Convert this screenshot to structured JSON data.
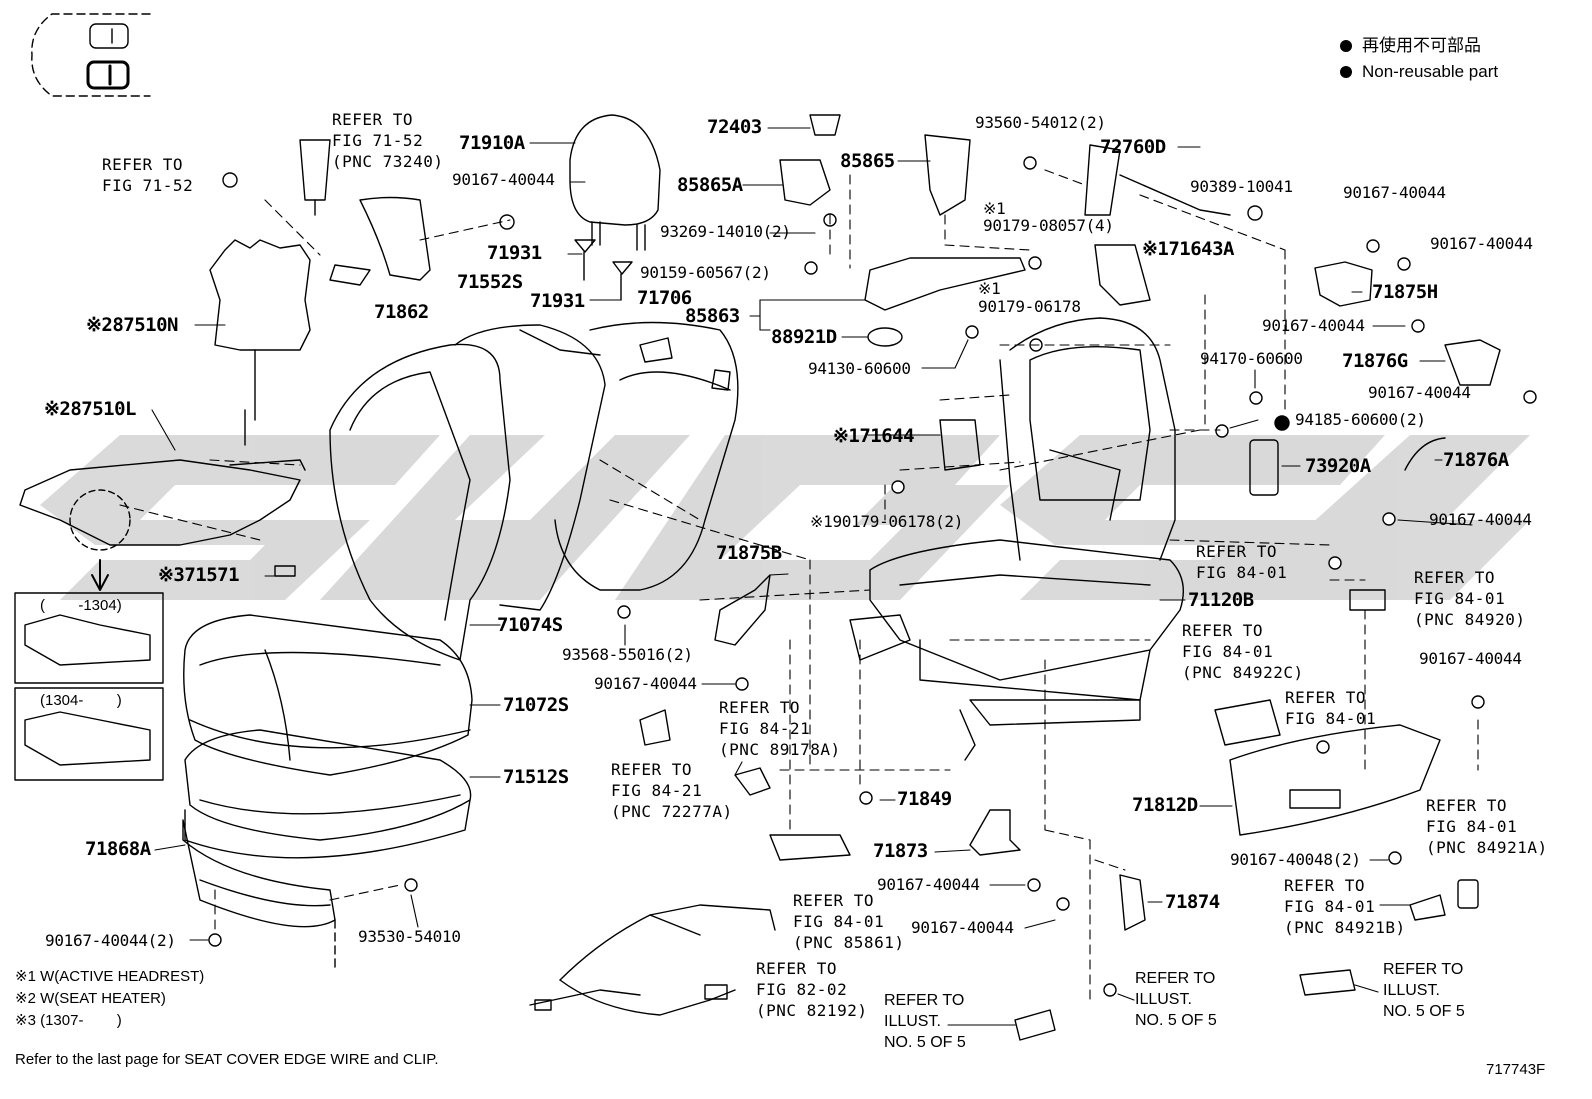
{
  "legend": {
    "jp": "再使用不可部品",
    "en": "Non-reusable part"
  },
  "figure_code": "717743F",
  "footer_note": "Refer to the last page for SEAT COVER EDGE WIRE and CLIP.",
  "notes": [
    "※1 W(ACTIVE HEADREST)",
    "※2 W(SEAT HEATER)",
    "※3 (1307-        )"
  ],
  "inset_labels": {
    "top": "(        -1304)",
    "bottom": "(1304-        )"
  },
  "parts": {
    "p72403": "72403",
    "p71910A": "71910A",
    "p85865A": "85865A",
    "p85865": "85865",
    "p93560": "93560-54012(2)",
    "p72760D": "72760D",
    "p90389": "90389-10041",
    "p90167_a": "90167-40044",
    "p90167_b": "90167-40044",
    "p90167_c": "90167-40044",
    "p93269": "93269-14010(2)",
    "p71931a": "71931",
    "p71931b": "71931",
    "p90159": "90159-60567(2)",
    "p71706": "71706",
    "p71552S": "71552S",
    "p90179_08057": "90179-08057(4)",
    "mark_90179_08057": "※1",
    "p71643A": "※171643A",
    "p90179_06178": "90179-06178",
    "mark_90179_06178": "※1",
    "p85863": "85863",
    "p88921D": "88921D",
    "p94130": "94130-60600",
    "p71875H": "71875H",
    "p90167_d": "90167-40044",
    "p71876G": "71876G",
    "p90167_e": "90167-40044",
    "p94170": "94170-60600",
    "p94185": "94185-60600(2)",
    "p71862": "71862",
    "p87510N": "※287510N",
    "p87510L": "※287510L",
    "p71644": "※171644",
    "p73920A": "73920A",
    "p71876A": "71876A",
    "p90167_f": "90167-40044",
    "p90179_06178_2": "※190179-06178(2)",
    "p71571": "※371571",
    "p71875B": "71875B",
    "p71120B": "71120B",
    "p71074S": "71074S",
    "p93568": "93568-55016(2)",
    "p90167_g": "90167-40044",
    "p71072S": "71072S",
    "p71512S": "71512S",
    "p71849": "71849",
    "p90167_h": "90167-40044",
    "p71812D": "71812D",
    "p90167_40048": "90167-40048(2)",
    "p71868A": "71868A",
    "p71873": "71873",
    "p90167_i": "90167-40044",
    "p90167_j": "90167-40044",
    "p71874": "71874",
    "p93530": "93530-54010",
    "p90167_k": "90167-40044(2)"
  },
  "refs": {
    "r_71_52_a": [
      "REFER TO",
      "FIG 71-52",
      "(PNC 73240)"
    ],
    "r_71_52_b": [
      "REFER TO",
      "FIG 71-52"
    ],
    "r_84_01_a": [
      "REFER TO",
      "FIG 84-01"
    ],
    "r_84_01_b": [
      "REFER TO",
      "FIG 84-01",
      "(PNC 84920)"
    ],
    "r_84_01_c": [
      "REFER TO",
      "FIG 84-01",
      "(PNC 84922C)"
    ],
    "r_84_01_d": [
      "REFER TO",
      "FIG 84-01"
    ],
    "r_84_21_a": [
      "REFER TO",
      "FIG 84-21",
      "(PNC 89178A)"
    ],
    "r_84_21_b": [
      "REFER TO",
      "FIG 84-21",
      "(PNC 72277A)"
    ],
    "r_84_01_e": [
      "REFER TO",
      "FIG 84-01",
      "(PNC 84921A)"
    ],
    "r_84_01_f": [
      "REFER TO",
      "FIG 84-01",
      "(PNC 85861)"
    ],
    "r_84_01_g": [
      "REFER TO",
      "FIG 84-01",
      "(PNC 84921B)"
    ],
    "r_82_02": [
      "REFER TO",
      "FIG 82-02",
      "(PNC 82192)"
    ],
    "r_illust_a": [
      "REFER TO",
      "ILLUST.",
      "NO. 5 OF 5"
    ],
    "r_illust_b": [
      "REFER TO",
      "ILLUST.",
      "NO. 5 OF 5"
    ],
    "r_illust_c": [
      "REFER TO",
      "ILLUST.",
      "NO. 5 OF 5"
    ]
  }
}
